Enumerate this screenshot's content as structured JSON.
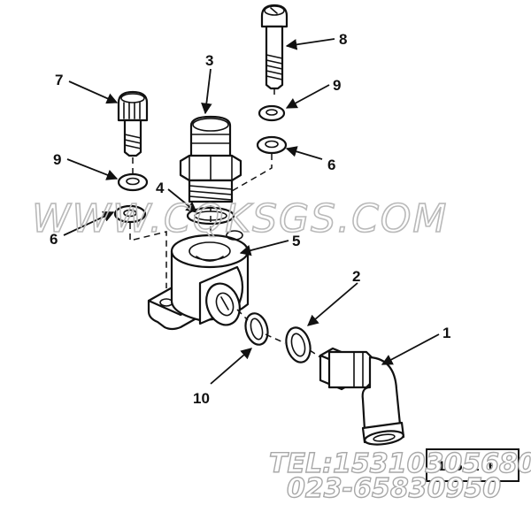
{
  "callouts": [
    {
      "id": "1",
      "label": "1"
    },
    {
      "id": "2",
      "label": "2"
    },
    {
      "id": "3",
      "label": "3"
    },
    {
      "id": "4",
      "label": "4"
    },
    {
      "id": "5",
      "label": "5"
    },
    {
      "id": "6a",
      "label": "6"
    },
    {
      "id": "6b",
      "label": "6"
    },
    {
      "id": "7",
      "label": "7"
    },
    {
      "id": "8",
      "label": "8"
    },
    {
      "id": "9a",
      "label": "9"
    },
    {
      "id": "9b",
      "label": "9"
    },
    {
      "id": "10",
      "label": "10"
    }
  ],
  "reference_number": "1 5 2 6",
  "watermark": {
    "url": "WWW.CQKSGS.COM",
    "tel": "TEL:15310305680",
    "phone": "023-65830950"
  }
}
